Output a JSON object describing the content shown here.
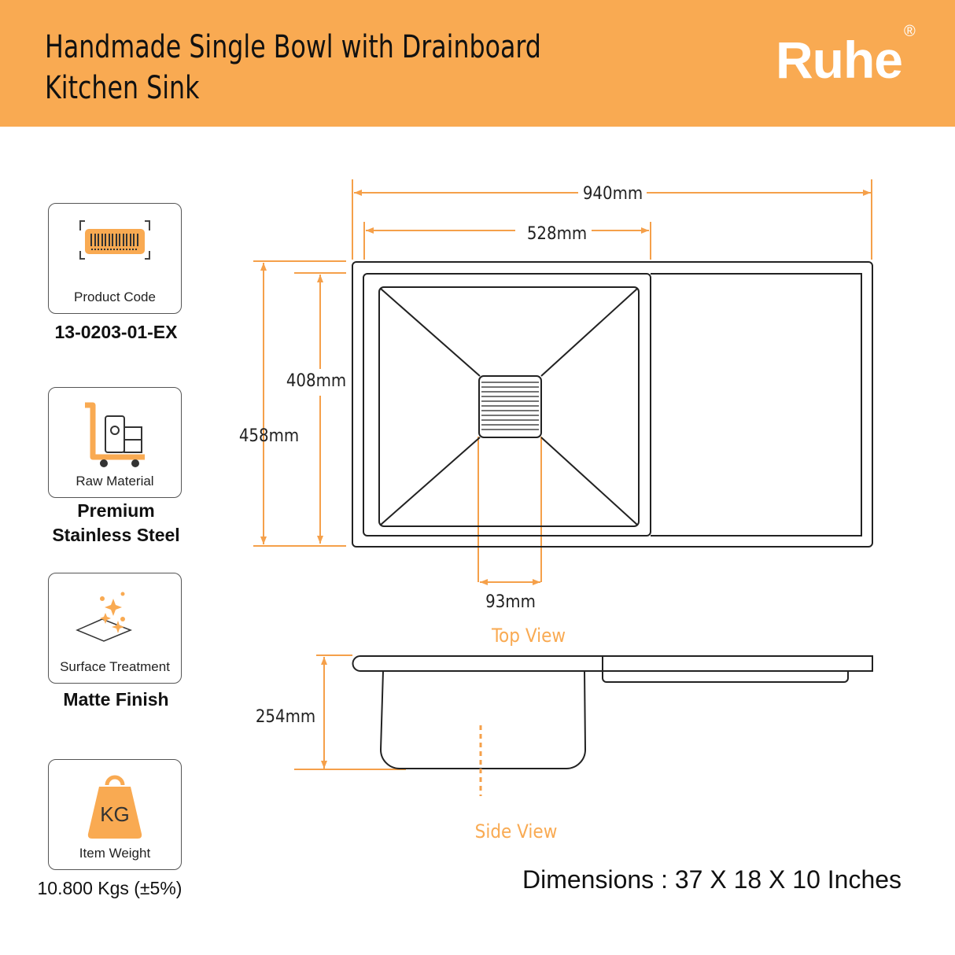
{
  "header": {
    "title_line1": "Handmade Single Bowl with Drainboard",
    "title_line2": "Kitchen Sink",
    "brand": "Ruhe",
    "brand_mark": "®"
  },
  "specs": [
    {
      "icon": "barcode-icon",
      "label": "Product Code",
      "value": "13-0203-01-EX"
    },
    {
      "icon": "cart-icon",
      "label": "Raw Material",
      "value_line1": "Premium",
      "value_line2": "Stainless Steel"
    },
    {
      "icon": "sparkle-icon",
      "label": "Surface Treatment",
      "value": "Matte Finish"
    },
    {
      "icon": "weight-icon",
      "label": "Item Weight",
      "icon_text": "KG",
      "value": "10.800 Kgs (±5%)"
    }
  ],
  "diagram": {
    "overall_width": "940mm",
    "bowl_width": "528mm",
    "bowl_depth_inner": "408mm",
    "overall_depth": "458mm",
    "drain_width": "93mm",
    "bowl_height": "254mm",
    "top_view_label": "Top View",
    "side_view_label": "Side View"
  },
  "dimensions": "Dimensions : 37 X 18 X 10 Inches",
  "colors": {
    "accent": "#F9AA52",
    "line": "#222222"
  }
}
